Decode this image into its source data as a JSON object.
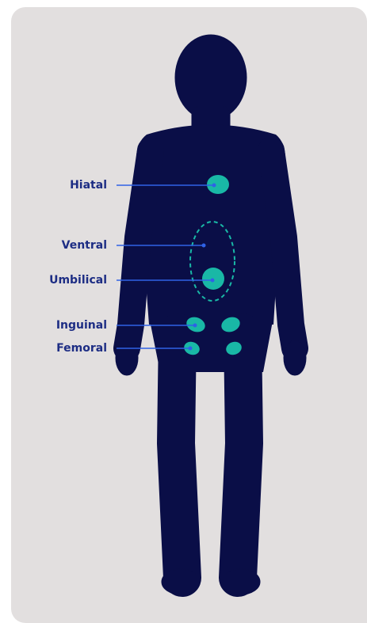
{
  "colors": {
    "background": "#e2dfdf",
    "silhouette": "#0a0e47",
    "hernia_spot": "#19b8a6",
    "label_text": "#1d2d84",
    "leader_line": "#2f62e6"
  },
  "hernia_types": [
    {
      "id": "hiatal",
      "label": "Hiatal"
    },
    {
      "id": "ventral",
      "label": "Ventral"
    },
    {
      "id": "umbilical",
      "label": "Umbilical"
    },
    {
      "id": "inguinal",
      "label": "Inguinal"
    },
    {
      "id": "femoral",
      "label": "Femoral"
    }
  ]
}
